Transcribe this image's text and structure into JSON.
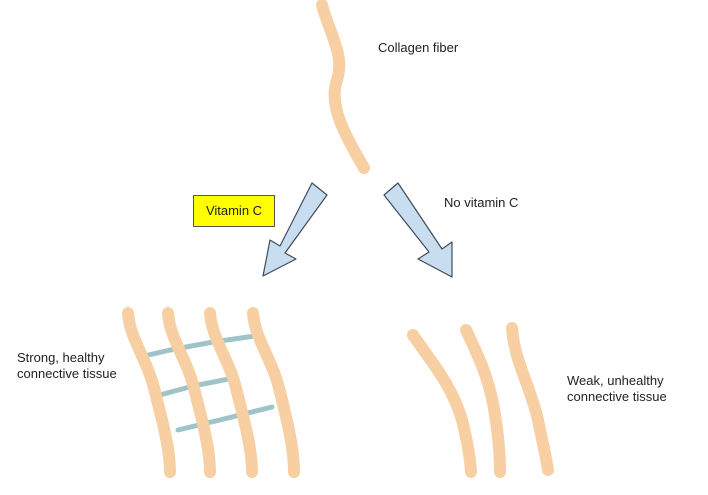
{
  "diagram": {
    "top_label": "Collagen fiber",
    "left_branch_label": "Vitamin C",
    "right_branch_label": "No vitamin C",
    "strong_result": [
      "Strong, healthy",
      "connective tissue"
    ],
    "weak_result": [
      "Weak, unhealthy",
      "connective tissue"
    ],
    "colors": {
      "fiber": "#F8CFA2",
      "crosslink": "#9FC4C7",
      "arrow_fill": "#C9DDF1",
      "arrow_stroke": "#3E4C59",
      "highlight": "#FFFF00"
    }
  }
}
